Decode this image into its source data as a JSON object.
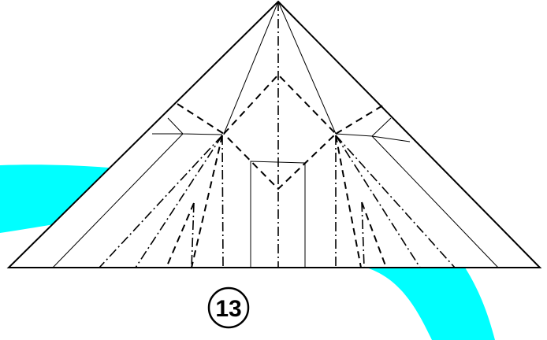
{
  "diagram": {
    "step_number": "13",
    "colors": {
      "accent_band": "#00FFFF",
      "line": "#000000",
      "paper": "#FFFFFF"
    },
    "line_styles": {
      "edge": "solid",
      "crease": "solid-thin",
      "valley_fold": "dashed",
      "mountain_fold": "dash-dot"
    }
  }
}
